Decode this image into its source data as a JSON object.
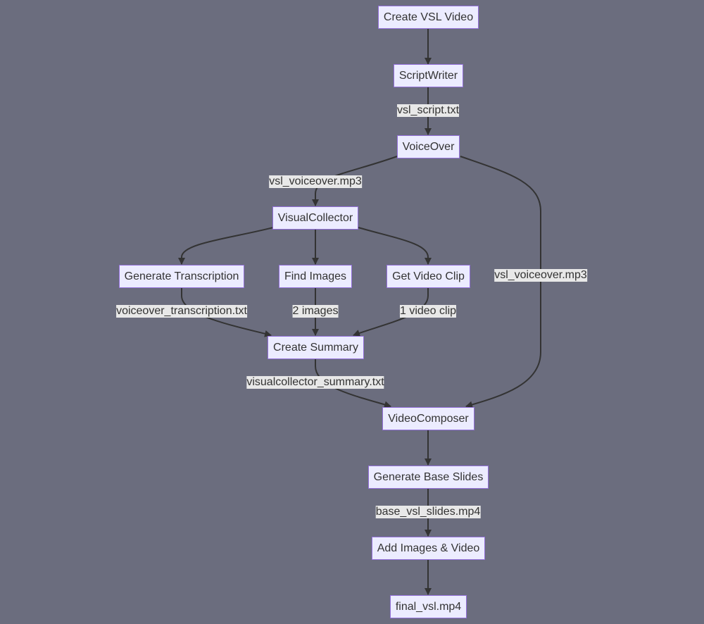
{
  "nodes": {
    "create_vsl_video": "Create VSL Video",
    "scriptwriter": "ScriptWriter",
    "voiceover": "VoiceOver",
    "visualcollector": "VisualCollector",
    "generate_transcription": "Generate Transcription",
    "find_images": "Find Images",
    "get_video_clip": "Get Video Clip",
    "create_summary": "Create Summary",
    "videocomposer": "VideoComposer",
    "generate_base_slides": "Generate Base Slides",
    "add_images_video": "Add Images & Video",
    "final_vsl": "final_vsl.mp4"
  },
  "edge_labels": {
    "vsl_script": "vsl_script.txt",
    "voiceover_to_collector": "vsl_voiceover.mp3",
    "voiceover_to_composer": "vsl_voiceover.mp3",
    "transcription": "voiceover_transcription.txt",
    "images": "2 images",
    "video_clip": "1 video clip",
    "summary": "visualcollector_summary.txt",
    "base_slides": "base_vsl_slides.mp4"
  },
  "colors": {
    "background": "#6b6d7e",
    "node_fill": "#ececff",
    "node_border": "#9370db",
    "edge": "#333333",
    "label_bg": "#e8e8e8"
  }
}
